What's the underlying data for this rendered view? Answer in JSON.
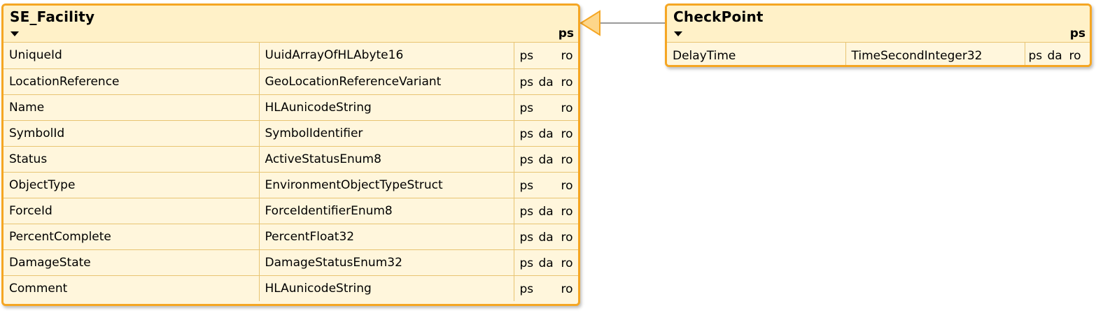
{
  "classes": {
    "facility": {
      "name": "SE_Facility",
      "header_flags": "ps",
      "attributes": [
        {
          "name": "UniqueId",
          "type": "UuidArrayOfHLAbyte16",
          "ps": "ps",
          "da": "",
          "ro": "ro"
        },
        {
          "name": "LocationReference",
          "type": "GeoLocationReferenceVariant",
          "ps": "ps",
          "da": "da",
          "ro": "ro"
        },
        {
          "name": "Name",
          "type": "HLAunicodeString",
          "ps": "ps",
          "da": "",
          "ro": "ro"
        },
        {
          "name": "SymbolId",
          "type": "SymbolIdentifier",
          "ps": "ps",
          "da": "da",
          "ro": "ro"
        },
        {
          "name": "Status",
          "type": "ActiveStatusEnum8",
          "ps": "ps",
          "da": "da",
          "ro": "ro"
        },
        {
          "name": "ObjectType",
          "type": "EnvironmentObjectTypeStruct",
          "ps": "ps",
          "da": "",
          "ro": "ro"
        },
        {
          "name": "ForceId",
          "type": "ForceIdentifierEnum8",
          "ps": "ps",
          "da": "da",
          "ro": "ro"
        },
        {
          "name": "PercentComplete",
          "type": "PercentFloat32",
          "ps": "ps",
          "da": "da",
          "ro": "ro"
        },
        {
          "name": "DamageState",
          "type": "DamageStatusEnum32",
          "ps": "ps",
          "da": "da",
          "ro": "ro"
        },
        {
          "name": "Comment",
          "type": "HLAunicodeString",
          "ps": "ps",
          "da": "",
          "ro": "ro"
        }
      ]
    },
    "checkpoint": {
      "name": "CheckPoint",
      "header_flags": "ps",
      "attributes": [
        {
          "name": "DelayTime",
          "type": "TimeSecondInteger32",
          "ps": "ps",
          "da": "da",
          "ro": "ro"
        }
      ]
    }
  },
  "relationship": {
    "type": "generalization",
    "from": "CheckPoint",
    "to": "SE_Facility"
  },
  "colors": {
    "class_border": "#f5a623",
    "class_fill": "#fff6dc",
    "arrow_fill": "#fdd68a",
    "connector_line": "#9a9a9a"
  }
}
